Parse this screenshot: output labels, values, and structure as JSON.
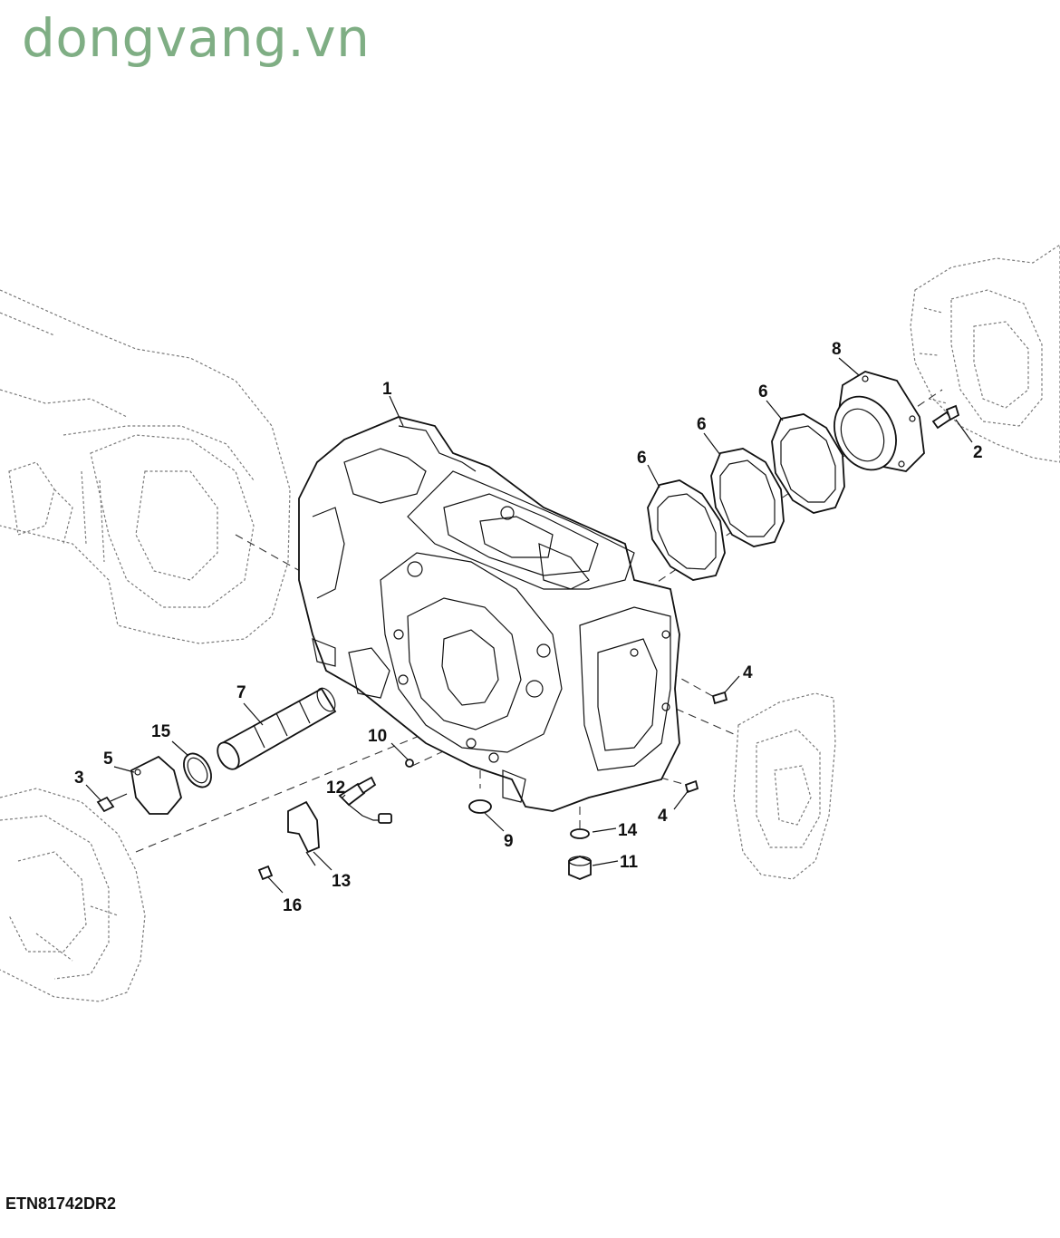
{
  "watermark": "dongvang.vn",
  "figure_id": "ETN81742DR2",
  "callouts": [
    "1",
    "2",
    "3",
    "4",
    "4",
    "5",
    "6",
    "6",
    "6",
    "7",
    "8",
    "9",
    "10",
    "11",
    "12",
    "13",
    "14",
    "15",
    "16"
  ]
}
